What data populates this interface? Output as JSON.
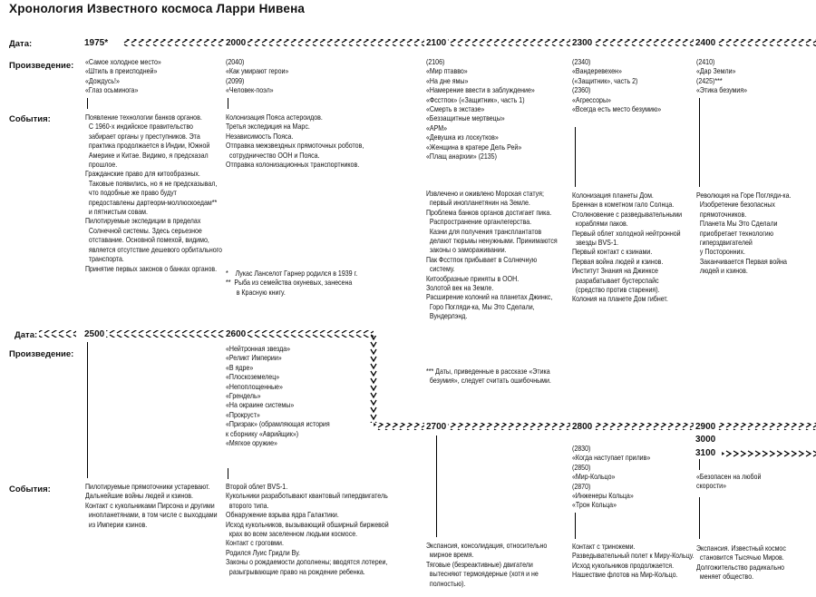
{
  "title": "Хронология Известного космоса Ларри Нивена",
  "labels": {
    "date": "Дата:",
    "work": "Произведение:",
    "events": "События:"
  },
  "row1": {
    "y1975": {
      "year": "1975*",
      "works": "«Самое холодное место»\n«Штиль в преисподней»\n«Дождусь!»\n«Глаз осьминога»",
      "events": "Появление технологии банков органов.\n  С 1960-х индийское правительство\n  забирает органы у преступников. Эта\n  практика продолжается в Индии, Южной\n  Америке и Китае. Видимо, я предсказал\n  прошлое.\nГражданские право для китообразных.\n  Таковые появились, но я не предсказывал,\n  что подобные же право будут\n  предоставлены дартеорм-моллюскоедам**\n  и пятнистым совам.\nПилотируемые экспедиции в пределах\n  Солнечной системы. Здесь серьезное\n  отставание. Основной помехой, видимо,\n  является отсутствие дешевого орбитального\n  транспорта.\nПринятие первых законов о банках органов."
    },
    "y2000": {
      "year": "2000",
      "works": "(2040)\n«Как умирают герои»\n(2099)\n«Человек-поэл»",
      "events": "Колонизация Пояса астероидов.\nТретья экспедиция на Марс.\nНезависимость Пояса.\nОтправка межзвездных прямоточных роботов,\n  сотрудничество ООН и Пояса.\nОтправка колонизационных транспортников.",
      "notes": "*    Лукас Ланселот Гарнер родился в 1939 г.\n**  Рыба из семейства окуневых, занесена\n      в Красную книгу."
    },
    "y2100": {
      "year": "2100",
      "works": "(2106)\n«Мир птавво»\n«На дне ямы»\n«Намерение ввести в заблуждение»\n«Фсстпок» («Защитник», часть 1)\n«Смерть в экстазе»\n«Беззащитные мертвецы»\n«АРМ»\n«Девушка из лоскутков»\n«Женщина в кратере Дель Рей»\n«Плащ анархии» (2135)",
      "events": "Извлечено и оживлено Морская статуя;\n  первый инопланетянин на Земле.\nПроблема банков органов достигает пика.\n  Распространение органлегерства.\n  Казни для получения трансплантатов\n  делают тюрьмы ненужными. Принимаются\n  законы о замораживании.\nПак Фсстпок прибывает в Солнечную\n  систему.\nКитообразные приняты в ООН.\nЗолотой век на Земле.\nРасширение колоний на планетах Джинкс,\n  Горо Погляди-ка, Мы Это Сделали,\n  Вундерлэнд.",
      "notes": "*** Даты, приведенные в рассказе «Этика\n  безумия», следует считать ошибочными."
    },
    "y2300": {
      "year": "2300",
      "works": "(2340)\n«Вандеревехен»\n(«Защитник», часть 2)\n(2360)\n«Агрессоры»\n«Всегда есть место безумию»",
      "events": "Колонизация планеты Дом.\nБреннан в кометном гало Солнца.\nСтолкновение с разведывательными\n  кораблями паков.\nПервый облет холодной нейтронной\n  звезды BVS-1.\nПервый контакт с кзинами.\nПервая война людей и кзинов.\nИнститут Знания на Джинксе\n  разрабатывает бустерспайс\n  (средство против старения).\nКолония на планете Дом гибнет."
    },
    "y2400": {
      "year": "2400",
      "works": "(2410)\n«Дар Земли»\n(2425)***\n«Этика безумия»",
      "events": "Революция на Горе Погляди-ка.\n  Изобретение безопасных\n  прямоточников.\n  Планета Мы Это Сделали\n  приобретает технологию\n  гиперздвигателей\n  у Посторонних.\n  Заканчивается Первая война\n  людей и кзинов."
    }
  },
  "row2": {
    "y2500": {
      "year": "2500",
      "events": "Пилотируемые прямоточники устаревают.\nДальнейшие войны людей и кзинов.\nКонтакт с кукольниками Пирсона и другими\n  инопланетянами, в том числе с выходцами\n  из Империи кзинов."
    },
    "y2600": {
      "year": "2600",
      "works": "«Нейтронная звезда»\n«Реликт Империи»\n«В ядре»\n«Плоскоземелец»\n«Непоплощенные»\n«Грендель»\n«На окраине системы»\n«Прокруст»\n«Призрак» (обрамляющая история\nк сборнику «Аврийщик»)\n«Мягкое оружие»",
      "events": "Второй облет BVS-1.\nКукольники разработывают квантовый гипердвигатель\n  второго типа.\nОбнаружение взрыва ядра Галактики.\nИсход кукольников, вызывающий обширный биржевой\n  крах во всем заселенном людьми космосе.\nКонтакт с гроговми.\nРодился Луис Гридли Ву.\nЗаконы о рождаемости дополнены; вводятся лотереи,\n  разыгрывающие право на рождение ребенка."
    },
    "y2700": {
      "year": "2700",
      "events": "Экспансия, консолидация, относительно\n  мирное время.\nТяговые (безреактивные) двигатели\n  вытесняют термоядерные (хотя и не\n  полностью)."
    },
    "y2800": {
      "year": "2800",
      "works": "(2830)\n«Когда наступает прилив»\n(2850)\n«Мир-Кольцо»\n(2870)\n«Инженеры Кольца»\n«Трон Кольца»",
      "events": "Контакт с тринокеми.\nРазведывательный полет к Миру-Кольцу.\nИсход кукольников продолжается.\nНашествие флотов на Мир-Кольцо."
    },
    "y2900": {
      "year": "2900"
    },
    "y3000": {
      "year": "3000"
    },
    "y3100": {
      "year": "3100",
      "works": "«Безопасен на любой\nскорости»",
      "events": "Экспансия. Известный космос\n  становится Тысячью Миров.\nДолгожительство радикально\n  меняет общество."
    }
  }
}
